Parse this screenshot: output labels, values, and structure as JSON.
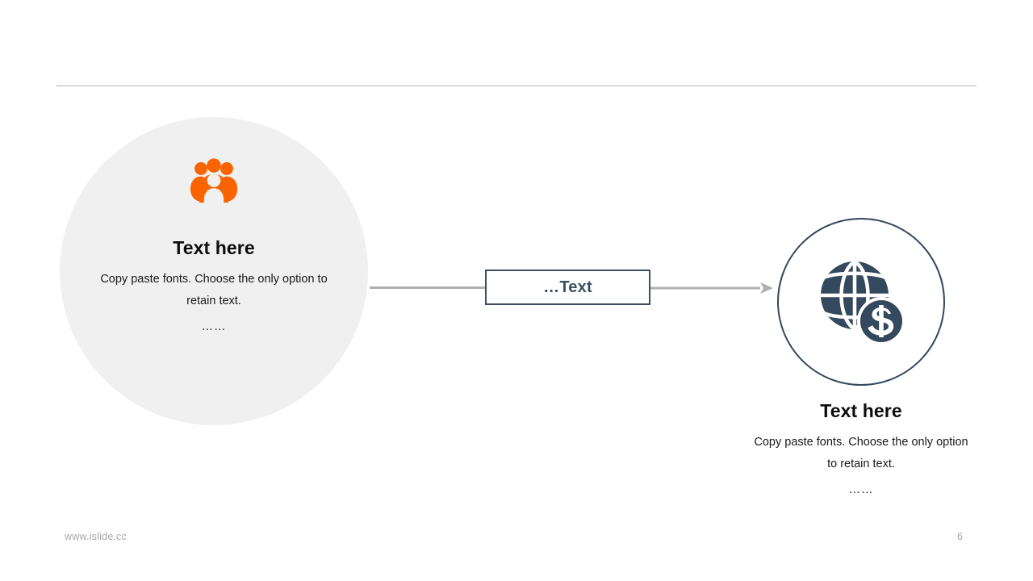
{
  "slide": {
    "background_color": "#ffffff",
    "rule_color": "#b3b3b3"
  },
  "colors": {
    "accent_orange": "#fa6400",
    "slate": "#34495e",
    "box_border": "#3a4f63",
    "circle_fill": "#f0f0f0",
    "connector_gray": "#b0b0b0",
    "footer_gray": "#a6a6a6"
  },
  "left_node": {
    "icon": "people-group-icon",
    "heading": "Text here",
    "paragraph": "Copy paste fonts. Choose the only option to retain text.",
    "dots": "……"
  },
  "middle_node": {
    "label": "…Text"
  },
  "right_node": {
    "icon": "globe-dollar-icon",
    "heading": "Text here",
    "paragraph": "Copy paste fonts. Choose the only option to retain text.",
    "dots": "……"
  },
  "connectors": {
    "left_to_middle": "line-no-arrow",
    "middle_to_right": "line-with-arrow"
  },
  "footer": {
    "url": "www.islide.cc",
    "page_number": "6"
  }
}
